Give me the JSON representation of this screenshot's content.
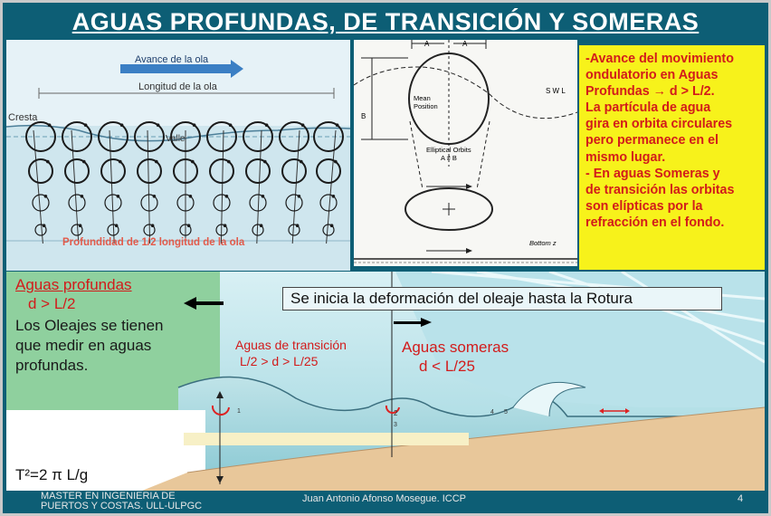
{
  "slide": {
    "title": "AGUAS PROFUNDAS, DE TRANSICIÓN Y  SOMERAS",
    "page_number": "4"
  },
  "orbit_diagram": {
    "advance_label": "Avance de la ola",
    "length_label": "Longitud de la ola",
    "crest_label": "Cresta",
    "trough_label": "Valle",
    "depth_label": "Profundidad de 1/2 longitud de la ola"
  },
  "ellipse_diagram": {
    "label_a": "A",
    "label_b": "B",
    "mean_position": "Mean Position",
    "swl": "S W L",
    "elliptical_orbits": "Elliptical Orbits",
    "a_neq_b": "A ≠ B",
    "bottom": "Bottom  z"
  },
  "note": {
    "lines": [
      "-Avance del movimiento",
      "ondulatorio en Aguas",
      "Profundas → d > L/2.",
      "La partícula de agua",
      "gira en orbita circulares",
      "pero permanece en el",
      "mismo lugar.",
      "- En aguas Someras y",
      "de transición las orbitas",
      "son elípticas por la",
      "refracción en el fondo."
    ]
  },
  "bottom": {
    "deep_title": "Aguas profundas",
    "deep_condition": "d > L/2",
    "deep_text_1": "Los Oleajes se tienen",
    "deep_text_2": "que medir en aguas",
    "deep_text_3": "profundas.",
    "banner": "Se inicia la deformación del oleaje hasta la Rotura",
    "transition_title": "Aguas de transición",
    "transition_condition": "L/2 > d > L/25",
    "shallow_title": "Aguas someras",
    "shallow_condition": "d < L/25",
    "formula": "T²=2 π L/g",
    "mark_1": "1",
    "mark_2": "2",
    "mark_3": "3",
    "mark_4": "4",
    "mark_5": "5"
  },
  "footer": {
    "course_1": "MASTER EN INGENIERIA DE",
    "course_2": "PUERTOS Y COSTAS. ULL-ULPGC",
    "author": "Juan Antonio Afonso Mosegue. ICCP"
  },
  "colors": {
    "background": "#0d5e75",
    "title": "#ffffff",
    "note_background": "#f7f21b",
    "note_text": "#d21b1b",
    "deep_panel": "#8fd09e",
    "sand": "#e8c79a"
  }
}
